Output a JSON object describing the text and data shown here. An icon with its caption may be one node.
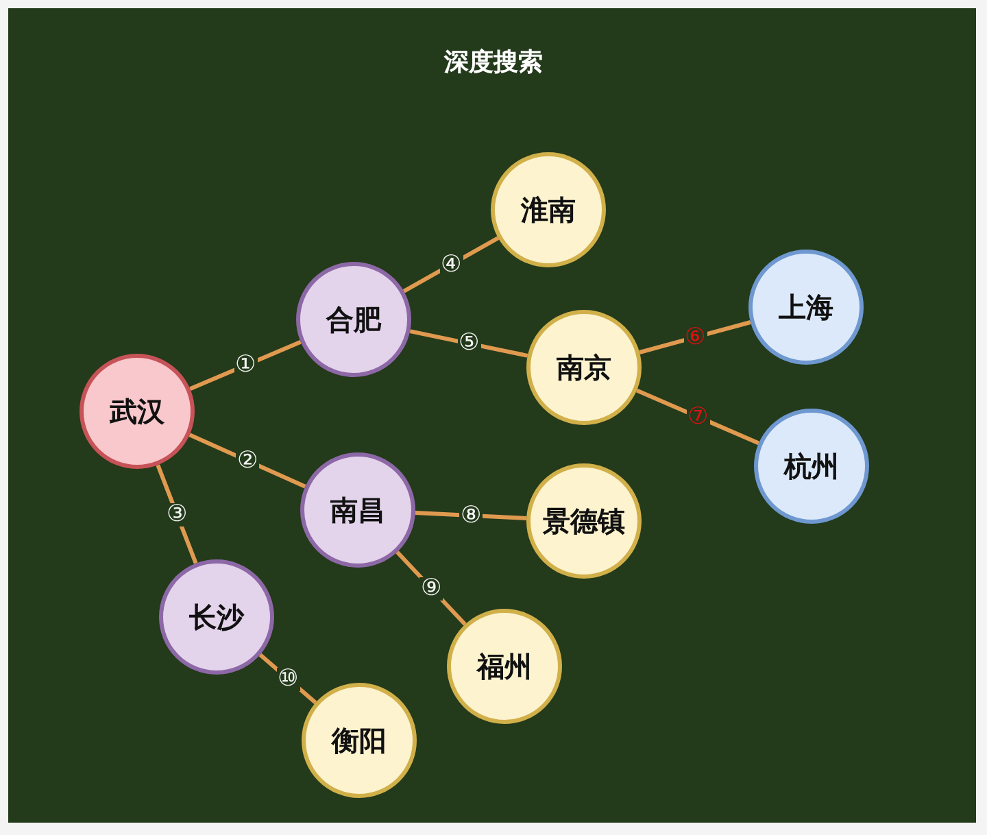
{
  "diagram": {
    "title": "深度搜索",
    "nodes": [
      {
        "text": [
          "武汉"
        ]
      },
      {
        "text": [
          "合肥"
        ]
      },
      {
        "text": [
          "淮南"
        ]
      },
      {
        "text": [
          "南京"
        ]
      },
      {
        "text": [
          "上海"
        ]
      },
      {
        "text": [
          "杭州"
        ]
      },
      {
        "text": [
          "南昌"
        ]
      },
      {
        "text": [
          "景德镇"
        ]
      },
      {
        "text": [
          "福州"
        ]
      },
      {
        "text": [
          "长沙"
        ]
      },
      {
        "text": [
          "衡阳"
        ]
      }
    ],
    "edges": [
      {
        "from": 0,
        "to": 1,
        "arrow": "none",
        "label": "①"
      },
      {
        "from": 0,
        "to": 6,
        "arrow": "none",
        "label": "②"
      },
      {
        "from": 0,
        "to": 9,
        "arrow": "none",
        "label": "③"
      },
      {
        "from": 1,
        "to": 2,
        "arrow": "none",
        "label": "④"
      },
      {
        "from": 1,
        "to": 3,
        "arrow": "none",
        "label": "⑤"
      },
      {
        "from": 3,
        "to": 4,
        "arrow": "none",
        "label": "⑥"
      },
      {
        "from": 3,
        "to": 5,
        "arrow": "none",
        "label": "⑦"
      },
      {
        "from": 6,
        "to": 7,
        "arrow": "none",
        "label": "⑧"
      },
      {
        "from": 6,
        "to": 8,
        "arrow": "none",
        "label": "⑨"
      },
      {
        "from": 9,
        "to": 10,
        "arrow": "none",
        "label": "⑩"
      }
    ]
  }
}
